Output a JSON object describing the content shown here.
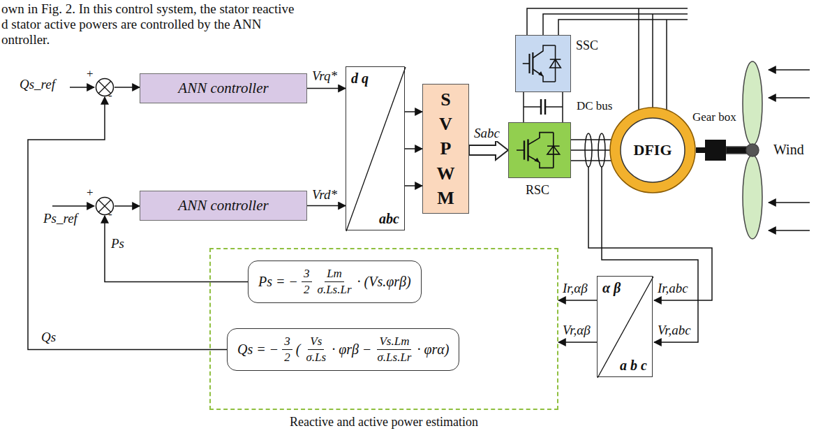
{
  "diagram": {
    "nodes": [
      {
        "text": [
          "+",
          "-"
        ]
      },
      {
        "text": [
          "ANN controller"
        ]
      },
      {
        "text": [
          "SSC"
        ]
      },
      {
        "text": [
          "d q",
          "abc"
        ]
      },
      {
        "text": [
          "S V P W M"
        ]
      },
      {
        "text": [
          "RSC"
        ]
      },
      {
        "text": [
          "DFIG"
        ]
      },
      {
        "text": [
          "Gear box"
        ]
      },
      {
        "text": [
          "+",
          "-"
        ]
      },
      {
        "text": [
          "ANN controller"
        ]
      },
      {
        "text": [
          "Reactive and active power estimation"
        ]
      },
      {
        "text": [
          "Ps =",
          "−",
          "3",
          "2",
          "Lm",
          "σ.Ls.Lr",
          "· (Vs.φrβ)"
        ],
        "in": 10
      },
      {
        "text": [
          "Qs =",
          "−",
          "3",
          "2",
          "(",
          "Vs",
          "σ.Ls",
          "· φrβ −",
          "Vs.Lm",
          "σ.Ls.Lr",
          "· φrα)"
        ],
        "in": 10
      },
      {
        "text": [
          "α β",
          "a b c"
        ]
      }
    ],
    "edges": [
      {
        "from": 0,
        "to": 1,
        "arrow": "to"
      },
      {
        "from": 1,
        "to": 3,
        "label": "Vrq*",
        "arrow": "to"
      },
      {
        "from": 9,
        "to": 3,
        "label": "Vrd*",
        "arrow": "to"
      },
      {
        "from": 3,
        "to": 4,
        "arrow": "to"
      },
      {
        "from": 3,
        "to": 4,
        "arrow": "to"
      },
      {
        "from": 3,
        "to": 4,
        "arrow": "to"
      },
      {
        "from": 4,
        "to": 5,
        "label": "Sabc",
        "arrow": "to"
      },
      {
        "from": 2,
        "to": 5,
        "arrow": "none"
      },
      {
        "from": 2,
        "to": 5,
        "arrow": "none"
      },
      {
        "from": 5,
        "to": 6,
        "arrow": "none"
      },
      {
        "from": 5,
        "to": 6,
        "arrow": "none"
      },
      {
        "from": 5,
        "to": 6,
        "arrow": "none"
      },
      {
        "from": 6,
        "to": 7,
        "arrow": "none"
      },
      {
        "from": 8,
        "to": 9,
        "arrow": "to"
      },
      {
        "from": 13,
        "to": 10,
        "label": "Ir,αβ",
        "arrow": "to"
      },
      {
        "from": 13,
        "to": 10,
        "label": "Vr,αβ",
        "arrow": "to"
      },
      {
        "from": 11,
        "to": 8,
        "label": "Ps",
        "arrow": "to"
      },
      {
        "from": 12,
        "to": 0,
        "label": "Qs",
        "arrow": "to"
      }
    ],
    "labels": [
      "own in Fig. 2. In this control system, the stator reactive",
      "d stator active powers are controlled by the ANN",
      "ontroller.",
      "Qs_ref",
      "Ps_ref",
      "Ir,abc",
      "Vr,abc",
      "DC bus",
      "Wind"
    ]
  }
}
